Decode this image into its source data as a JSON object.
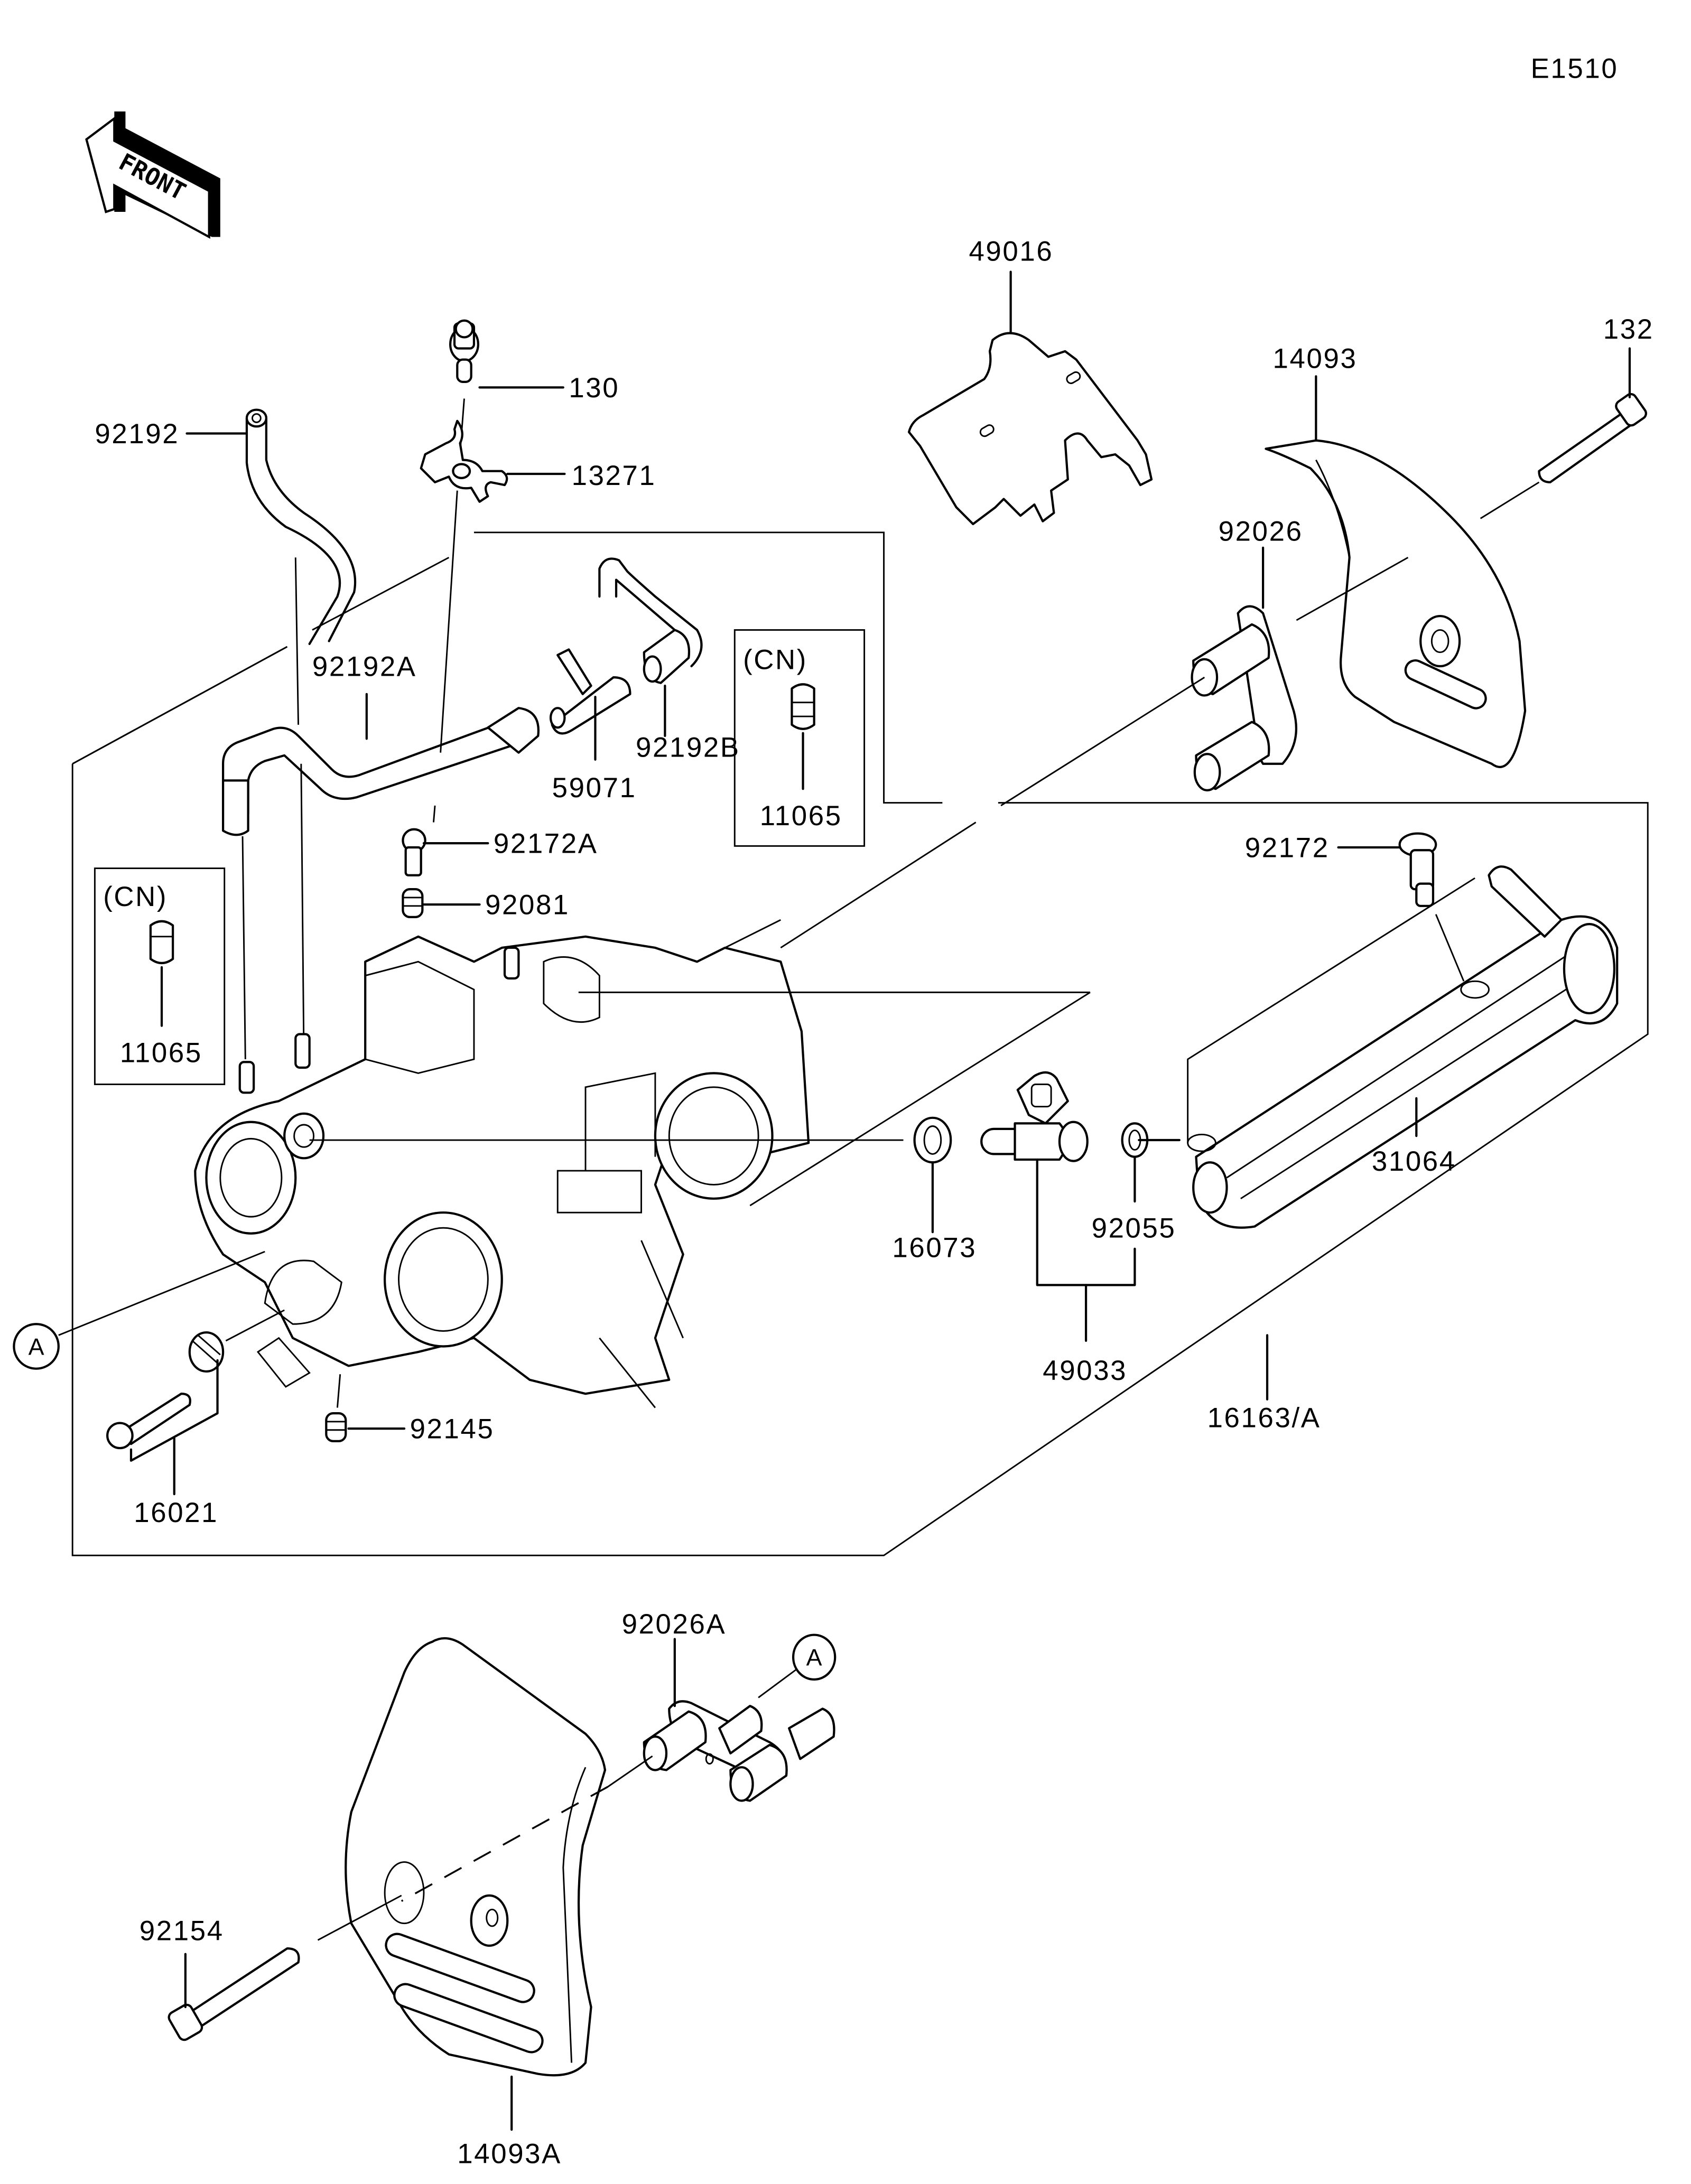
{
  "diagram": {
    "code": "E1510",
    "direction_indicator": "FRONT",
    "ref_marker": "A",
    "callouts": {
      "p92192": "92192",
      "p130": "130",
      "p13271": "13271",
      "p92192A": "92192A",
      "p59071": "59071",
      "p92192B": "92192B",
      "p11065_top": "11065",
      "cn_top": "(CN)",
      "p92172A": "92172A",
      "p92081": "92081",
      "p11065_left": "11065",
      "cn_left": "(CN)",
      "p49016": "49016",
      "p14093": "14093",
      "p132": "132",
      "p92026": "92026",
      "p92172": "92172",
      "p31064": "31064",
      "p16073": "16073",
      "p92055": "92055",
      "p49033": "49033",
      "p16163A": "16163/A",
      "p92145": "92145",
      "p16021": "16021",
      "p92026A": "92026A",
      "p92154": "92154",
      "p14093A": "14093A"
    }
  }
}
